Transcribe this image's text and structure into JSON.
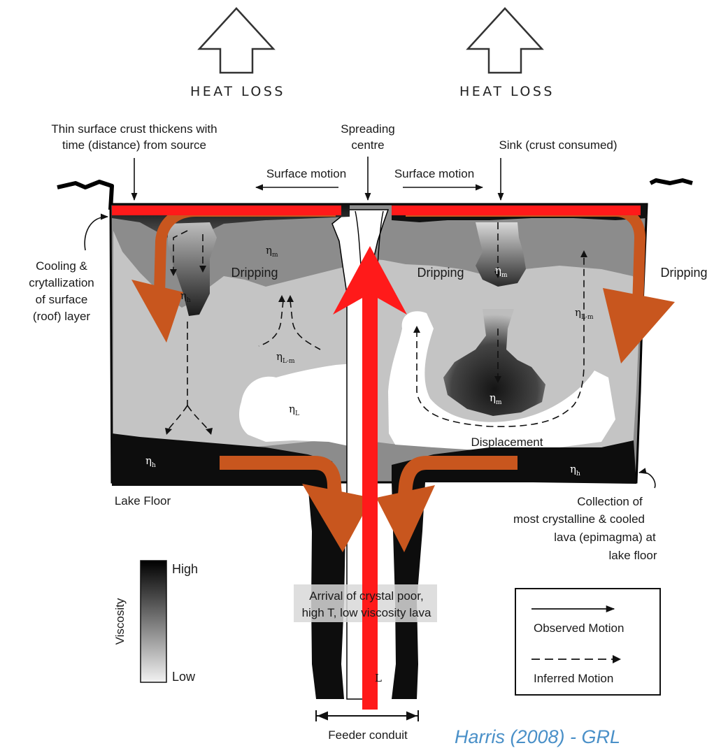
{
  "heat_loss_label": "HEAT LOSS",
  "labels": {
    "thin_crust_line1": "Thin surface crust thickens with",
    "thin_crust_line2": "time (distance) from source",
    "spreading_line1": "Spreading",
    "spreading_line2": "centre",
    "sink": "Sink (crust consumed)",
    "surface_motion": "Surface motion",
    "cooling_line1": "Cooling &",
    "cooling_line2": "crytallization",
    "cooling_line3": "of surface",
    "cooling_line4": "(roof) layer",
    "dripping": "Dripping",
    "displacement": "Displacement",
    "lake_floor": "Lake Floor",
    "collection_line1": "Collection of",
    "collection_line2": "most crystalline & cooled",
    "collection_line3": "lava (epimagma) at",
    "collection_line4": "lake floor",
    "arrival_line1": "Arrival of crystal poor,",
    "arrival_line2": "high T, low viscosity lava",
    "feeder_conduit": "Feeder conduit"
  },
  "viscosity_symbols": {
    "eta": "η",
    "sub_h": "h",
    "sub_m": "m",
    "sub_L": "L",
    "sub_Lm": "L-m"
  },
  "viscosity_scale": {
    "axis_label": "Viscosity",
    "high": "High",
    "low": "Low"
  },
  "motion_legend": {
    "observed": "Observed Motion",
    "inferred": "Inferred Motion"
  },
  "citation": "Harris (2008) - GRL",
  "colors": {
    "crust_high": "#111111",
    "medium": "#8a8a8a",
    "low_medium": "#c4c4c4",
    "low": "#ffffff",
    "flow_arrow": "#c8561e",
    "upwelling": "#ff1a1a",
    "citation": "#4a90c8"
  }
}
